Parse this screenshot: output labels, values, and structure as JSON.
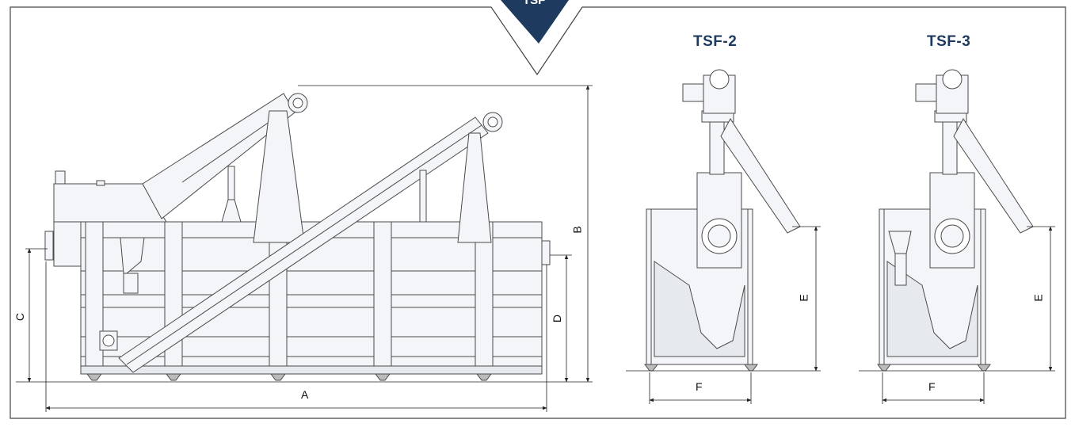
{
  "badge": {
    "text": "TSF",
    "color": "#1e3a5f"
  },
  "models": [
    {
      "name": "TSF-2"
    },
    {
      "name": "TSF-3"
    }
  ],
  "dimensions": {
    "A": "A",
    "B": "B",
    "C": "C",
    "D": "D",
    "E_tsf2": "E",
    "F_tsf2": "F",
    "E_tsf3": "E",
    "F_tsf3": "F"
  },
  "colors": {
    "line": "#4a4a4a",
    "fill": "#f3f5f8",
    "accent": "#1e3a5f"
  }
}
